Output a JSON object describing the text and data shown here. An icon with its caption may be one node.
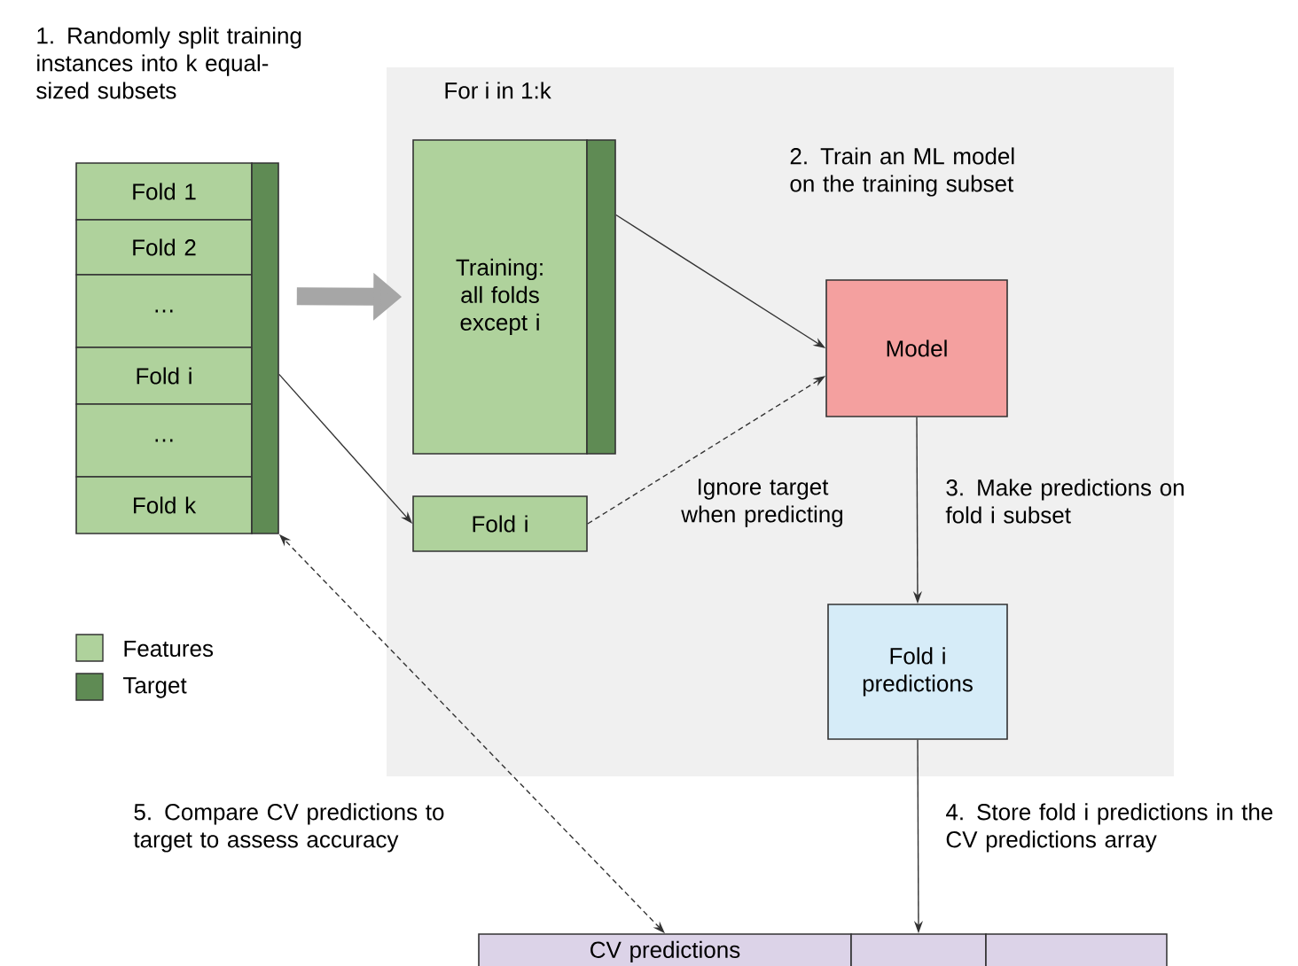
{
  "diagram": {
    "nodes": [
      {
        "text": [
          "For i in 1:k"
        ]
      },
      {
        "text": [
          "Fold 1"
        ]
      },
      {
        "text": [
          "Fold 2"
        ]
      },
      {
        "text": [
          "…"
        ]
      },
      {
        "text": [
          "Fold i"
        ]
      },
      {
        "text": [
          "…"
        ]
      },
      {
        "text": [
          "Fold k"
        ]
      },
      {
        "text": [],
        "shape": "bar"
      },
      {
        "text": [
          "Training: all folds except i"
        ],
        "in": 0
      },
      {
        "text": [],
        "shape": "bar",
        "in": 0
      },
      {
        "text": [
          "Fold i"
        ],
        "in": 0
      },
      {
        "text": [
          "Model"
        ],
        "in": 0
      },
      {
        "text": [
          "Fold i predictions"
        ],
        "in": 0
      },
      {
        "text": [
          "CV predictions"
        ]
      },
      {
        "text": [],
        "shape": "box"
      },
      {
        "text": [],
        "shape": "box"
      }
    ],
    "edges": [
      {
        "from": 7,
        "to": 8,
        "arrow": "to",
        "style": "thick",
        "color": "#a6a6a6"
      },
      {
        "from": 7,
        "to": 10,
        "arrow": "to"
      },
      {
        "from": 9,
        "to": 11,
        "arrow": "to"
      },
      {
        "from": 10,
        "to": 11,
        "arrow": "to",
        "style": "dashed",
        "label": "Ignore target when predicting"
      },
      {
        "from": 11,
        "to": 12,
        "arrow": "to",
        "label": "3. Make predictions on fold i subset"
      },
      {
        "from": 12,
        "to": 14,
        "arrow": "to",
        "label": "4. Store fold i predictions in the CV predictions array"
      },
      {
        "from": 13,
        "to": 7,
        "arrow": "both",
        "style": "dashed",
        "label": "5. Compare CV predictions to target to assess accuracy"
      }
    ],
    "labels": [
      "1. Randomly split training instances into k equal-sized subsets",
      "2. Train an ML model on the training subset"
    ],
    "legend": [
      {
        "text": "Features",
        "color": "#afd29c"
      },
      {
        "text": "Target",
        "color": "#5f8b54"
      }
    ]
  }
}
